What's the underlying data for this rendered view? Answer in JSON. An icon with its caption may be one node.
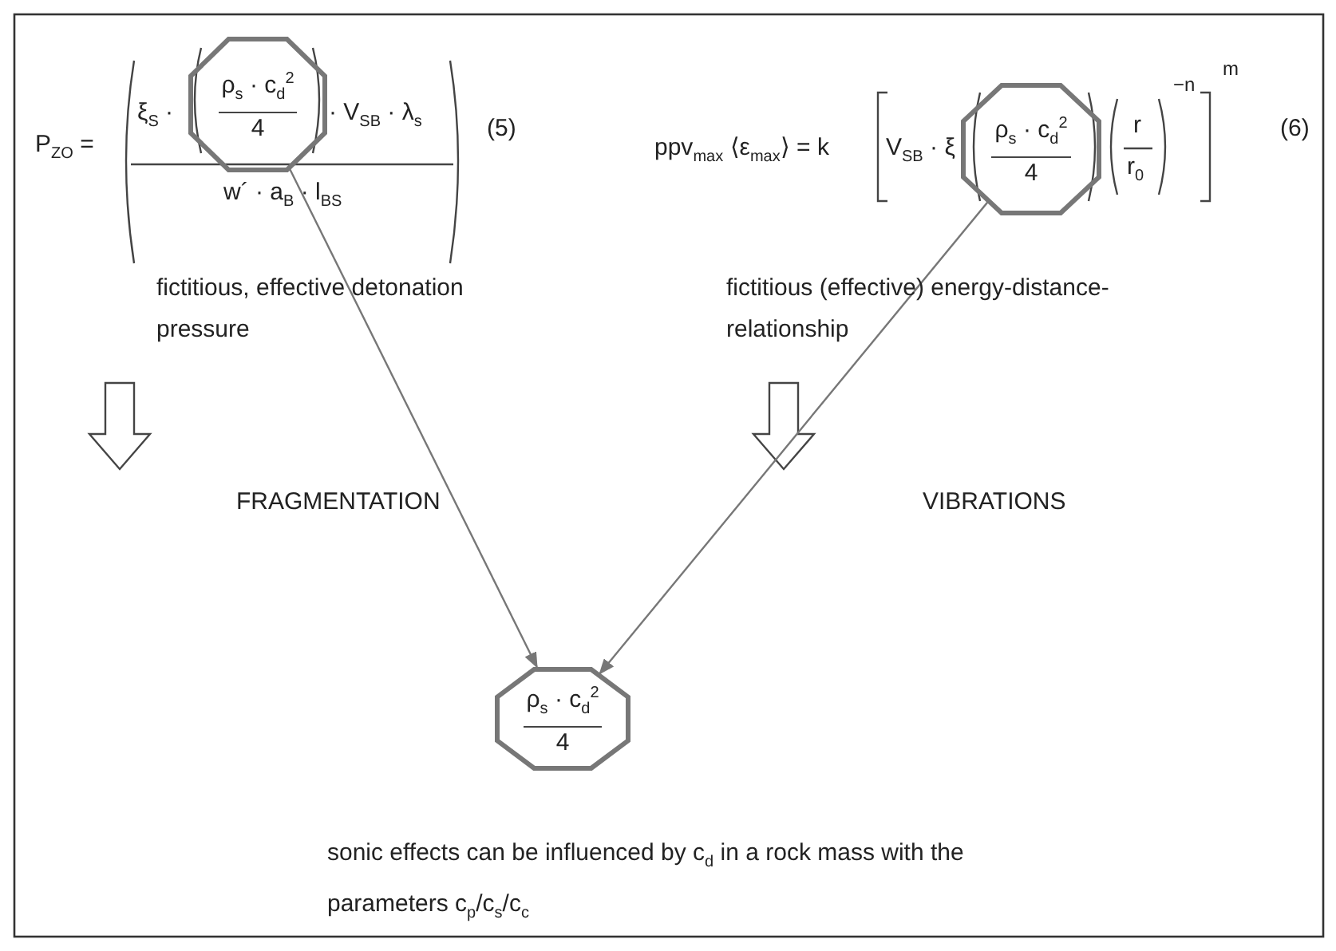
{
  "diagram": {
    "nodes": [
      {
        "text": [
          "ρ$_{s}$ · c$_{d}$$^{2}$",
          "4"
        ]
      },
      {
        "text": [
          "ρ$_{s}$ · c$_{d}$$^{2}$",
          "4"
        ]
      },
      {
        "text": [
          "ρ$_{s}$ · c$_{d}$$^{2}$",
          "4"
        ]
      }
    ],
    "edges": [
      {
        "from": 0,
        "to": 2,
        "arrow": "to"
      },
      {
        "from": 1,
        "to": 2,
        "arrow": "to"
      }
    ],
    "labels": [
      "P$_{ZO}$ =",
      "ξ$_{S}$ ·",
      "· V$_{SB}$ · λ$_{s}$",
      "w´ · a$_{B}$ · l$_{BS}$",
      "(5)",
      "fictitious, effective detonation pressure",
      "ppv$_{max}$ ⟨ε$_{max}$⟩ = k",
      "V$_{SB}$ · ξ",
      "r",
      "r$_{0}$",
      "−n",
      "m",
      "(6)",
      "fictitious (effective) energy-distance-relationship",
      "FRAGMENTATION",
      "VIBRATIONS",
      "sonic effects can be influenced by c$_{d}$ in a rock mass with the parameters c$_{p}$/c$_{s}$/c$_{c}$"
    ]
  }
}
